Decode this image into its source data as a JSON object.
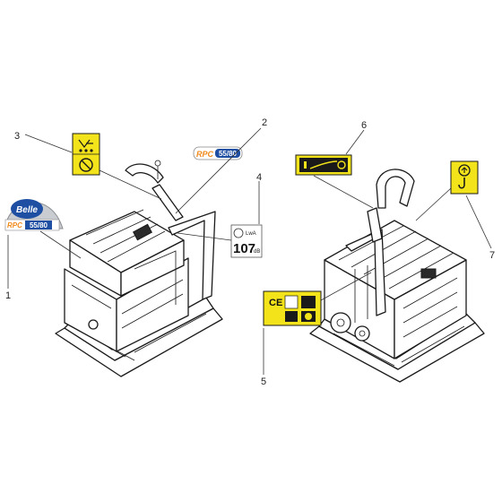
{
  "callouts": [
    "1",
    "2",
    "3",
    "4",
    "5",
    "6",
    "7"
  ],
  "decal_1": {
    "brand": "Belle",
    "model_prefix": "RPC",
    "model_suffix": "55/80"
  },
  "decal_2": {
    "model_prefix": "RPC",
    "model_suffix": "55/80"
  },
  "decal_4": {
    "level_label": "LwA",
    "level_value": "107",
    "unit": "dB"
  },
  "decal_5": {
    "ce_mark": "CE"
  },
  "colors": {
    "decal_yellow": "#f3e31a",
    "decal_blue": "#1f4fa3",
    "decal_orange": "#f08a1c",
    "line": "#1a1a1a"
  }
}
